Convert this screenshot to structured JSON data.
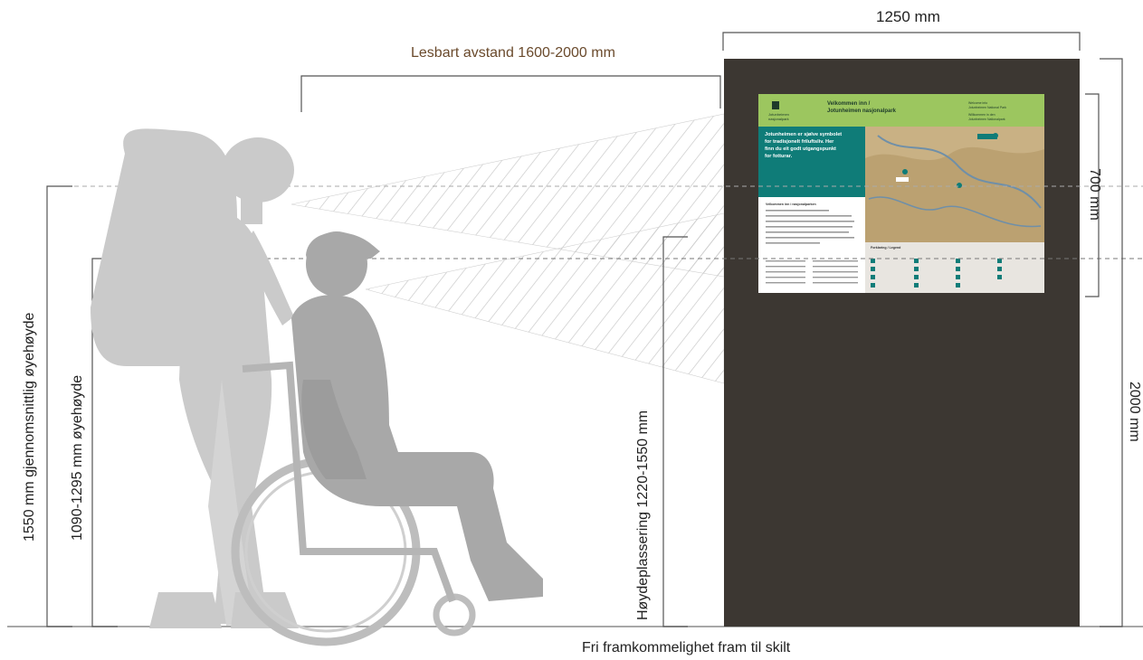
{
  "labels": {
    "sign_width": "1250 mm",
    "reading_distance": "Lesbart avstand 1600-2000 mm",
    "panel_height": "700 mm",
    "sign_height": "2000 mm",
    "mount_height": "Høydeplassering 1220-1550 mm",
    "eye_height_avg": "1550 mm gjennomsnittlig øyehøyde",
    "eye_height_seated": "1090-1295 mm øyehøyde",
    "clear_access": "Fri framkommelighet fram til skilt"
  },
  "sign_panel": {
    "title_line1": "Velkommen inn /",
    "title_line2": "Jotunheimen nasjonalpark",
    "subtitle_line1": "Welcome into",
    "subtitle_line2": "Jotunheimen National Park",
    "subtitle_line3": "Willkommen in den",
    "subtitle_line4": "Jotunheimen Nationalpark",
    "logo_line1": "Jotunheimen",
    "logo_line2": "nasjonalpark",
    "intro_line1": "Jotunheimen er sjølve symbolet",
    "intro_line2": "for tradisjonelt friluftsliv. Her",
    "intro_line3": "finn du eit godt utgangspunkt",
    "intro_line4": "for fotturar.",
    "body_heading": "Velkommen inn i nasjonalparken",
    "legend_title": "Forklaring / Legend"
  },
  "colors": {
    "sign_background": "#3c3732",
    "panel_header": "#9cc65f",
    "panel_teal": "#0f7c78",
    "figures": "#c8c8c8",
    "ground_line": "#8a8a8a",
    "dimension_line": "#555555",
    "label_text": "#222222",
    "label_brown": "#6a4a2c"
  },
  "icons": {
    "hiker": "hiker-silhouette-icon",
    "wheelchair": "wheelchair-user-silhouette-icon",
    "logo": "park-logo-icon"
  }
}
